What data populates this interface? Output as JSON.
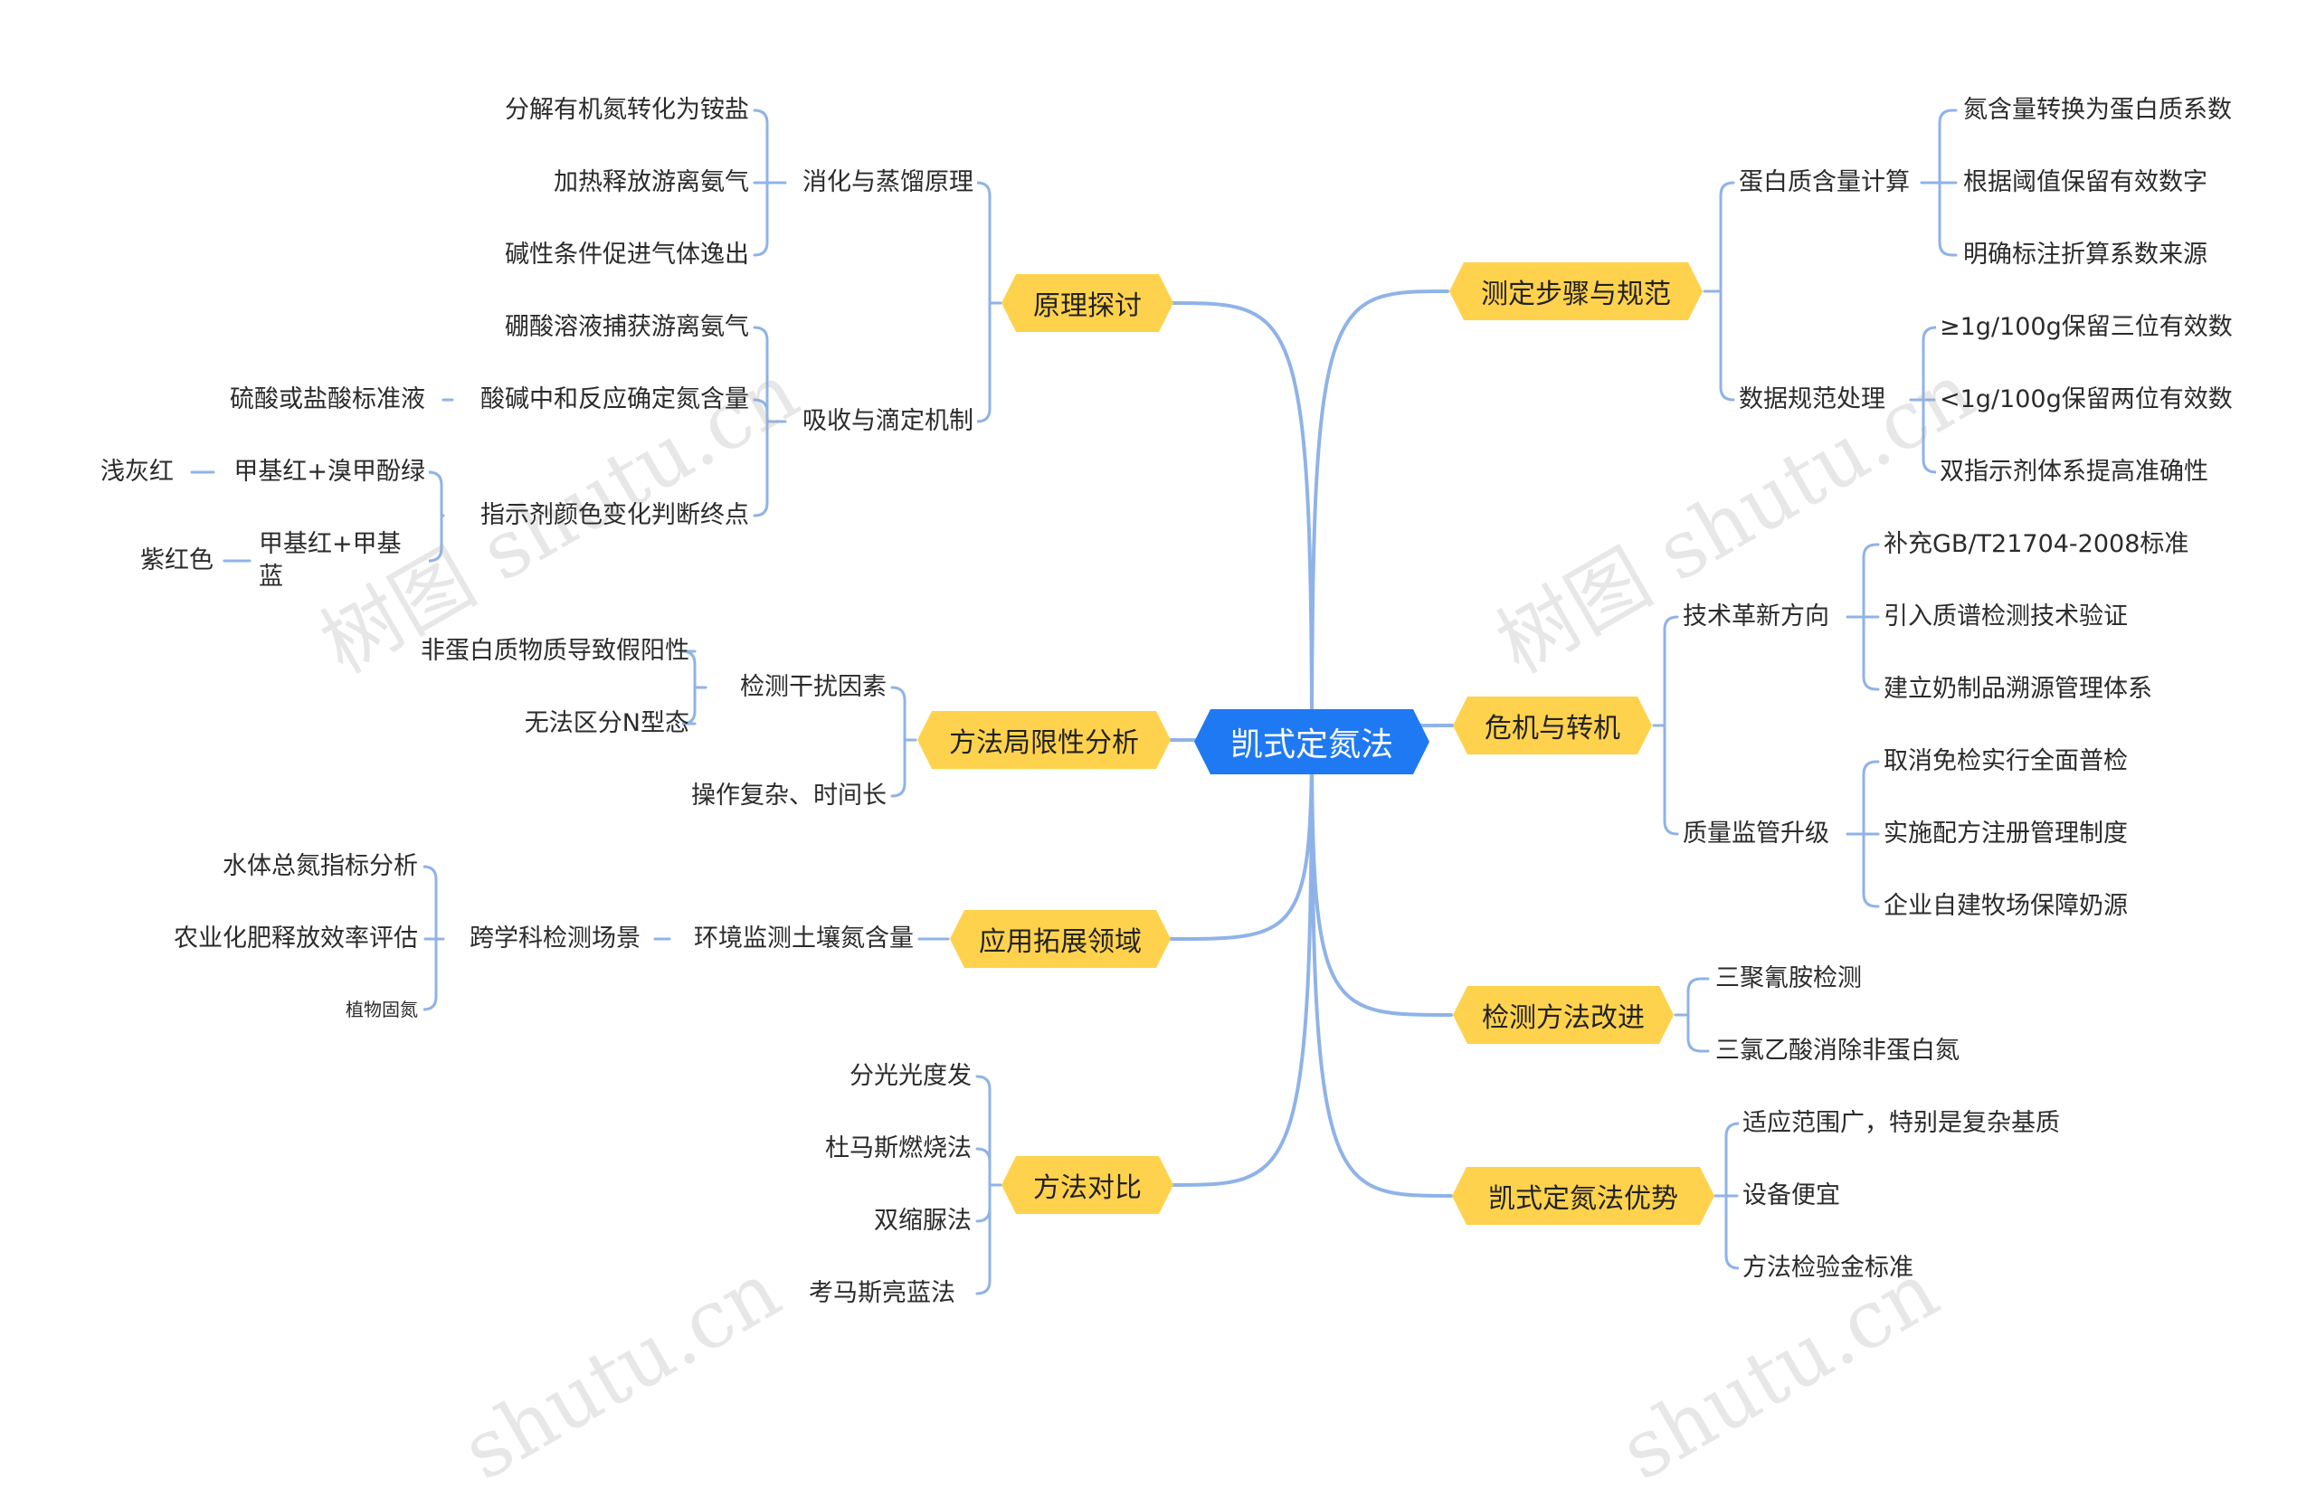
{
  "root": "凯式定氮法",
  "watermark": [
    "树图 shutu.cn",
    "树图 shutu.cn",
    "shutu.cn",
    "shutu.cn"
  ],
  "colors": {
    "root": "#1f79f2",
    "branch": "#ffd24d",
    "line": "#8fb3e8"
  },
  "right": [
    {
      "label": "测定步骤与规范",
      "children": [
        {
          "label": "蛋白质含量计算",
          "children": [
            "氮含量转换为蛋白质系数",
            "根据阈值保留有效数字",
            "明确标注折算系数来源"
          ]
        },
        {
          "label": "数据规范处理",
          "children": [
            "≥1g/100g保留三位有效数",
            "<1g/100g保留两位有效数",
            "双指示剂体系提高准确性"
          ]
        }
      ]
    },
    {
      "label": "危机与转机",
      "children": [
        {
          "label": "技术革新方向",
          "children": [
            "补充GB/T21704-2008标准",
            "引入质谱检测技术验证",
            "建立奶制品溯源管理体系"
          ]
        },
        {
          "label": "质量监管升级",
          "children": [
            "取消免检实行全面普检",
            "实施配方注册管理制度",
            "企业自建牧场保障奶源"
          ]
        }
      ]
    },
    {
      "label": "检测方法改进",
      "children": [
        "三聚氰胺检测",
        "三氯乙酸消除非蛋白氮"
      ]
    },
    {
      "label": "凯式定氮法优势",
      "children": [
        "适应范围广，特别是复杂基质",
        "设备便宜",
        "方法检验金标准"
      ]
    }
  ],
  "left": [
    {
      "label": "原理探讨",
      "children": [
        {
          "label": "消化与蒸馏原理",
          "children": [
            "分解有机氮转化为铵盐",
            "加热释放游离氨气",
            "碱性条件促进气体逸出"
          ]
        },
        {
          "label": "吸收与滴定机制",
          "children": [
            "硼酸溶液捕获游离氨气",
            {
              "label": "酸碱中和反应确定氮含量",
              "children": [
                "硫酸或盐酸标准液"
              ]
            },
            {
              "label": "指示剂颜色变化判断终点",
              "children": [
                {
                  "label": "甲基红+溴甲酚绿",
                  "children": [
                    "浅灰红"
                  ]
                },
                {
                  "label": "甲基红+甲基蓝",
                  "children": [
                    "紫红色"
                  ]
                }
              ]
            }
          ]
        }
      ]
    },
    {
      "label": "方法局限性分析",
      "children": [
        {
          "label": "检测干扰因素",
          "children": [
            "非蛋白质物质导致假阳性",
            "无法区分N型态"
          ]
        },
        "操作复杂、时间长"
      ]
    },
    {
      "label": "应用拓展领域",
      "children": [
        {
          "label": "环境监测土壤氮含量",
          "children": [
            {
              "label": "跨学科检测场景",
              "children": [
                "水体总氮指标分析",
                "农业化肥释放效率评估",
                "植物固氮"
              ]
            }
          ]
        }
      ]
    },
    {
      "label": "方法对比",
      "children": [
        "分光光度发",
        "杜马斯燃烧法",
        "双缩脲法",
        "考马斯亮蓝法"
      ]
    }
  ]
}
